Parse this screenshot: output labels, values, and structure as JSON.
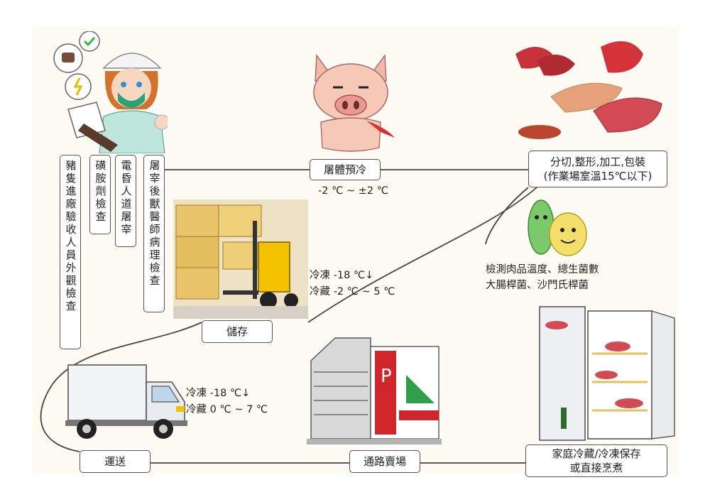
{
  "steps": {
    "precool": "屠體預冷",
    "precool_temp": "-2 ℃ ~ ±2 ℃",
    "cutting_line1": "分切,整形,加工,包裝",
    "cutting_line2": "(作業場室溫15℃以下)",
    "testing_line1": "檢測肉品溫度、總生菌數",
    "testing_line2": "大腸桿菌、沙門氏桿菌",
    "storage": "儲存",
    "storage_frozen": "冷凍 -18 ℃↓",
    "storage_chilled": "冷藏 -2 ℃ ~ 5 ℃",
    "transport": "運送",
    "transport_frozen": "冷凍 -18 ℃↓",
    "transport_chilled": "冷藏 0 ℃ ~ 7 ℃",
    "retail": "通路賣場",
    "home_line1": "家庭冷藏/冷凍保存",
    "home_line2": "或直接烹煮"
  },
  "inspections": [
    "豬隻進廠驗收人員外觀檢查",
    "磺胺劑檢查",
    "電昏人道屠宰",
    "屠宰後獸醫師病理檢查"
  ],
  "icons": {
    "inspector": "inspector-icon",
    "pig": "pig-icon",
    "meat": "meat-cuts-icon",
    "bacteria": "bacteria-icon",
    "forklift": "forklift-icon",
    "truck": "refrigerated-truck-icon",
    "store": "store-building-icon",
    "fridge": "fridge-icon"
  },
  "colors": {
    "line": "#444444",
    "meat": "#c8323a",
    "box": "#e9c46a",
    "forklift": "#f2c200",
    "store_red": "#d0262b",
    "store_green": "#2f9d4a"
  }
}
